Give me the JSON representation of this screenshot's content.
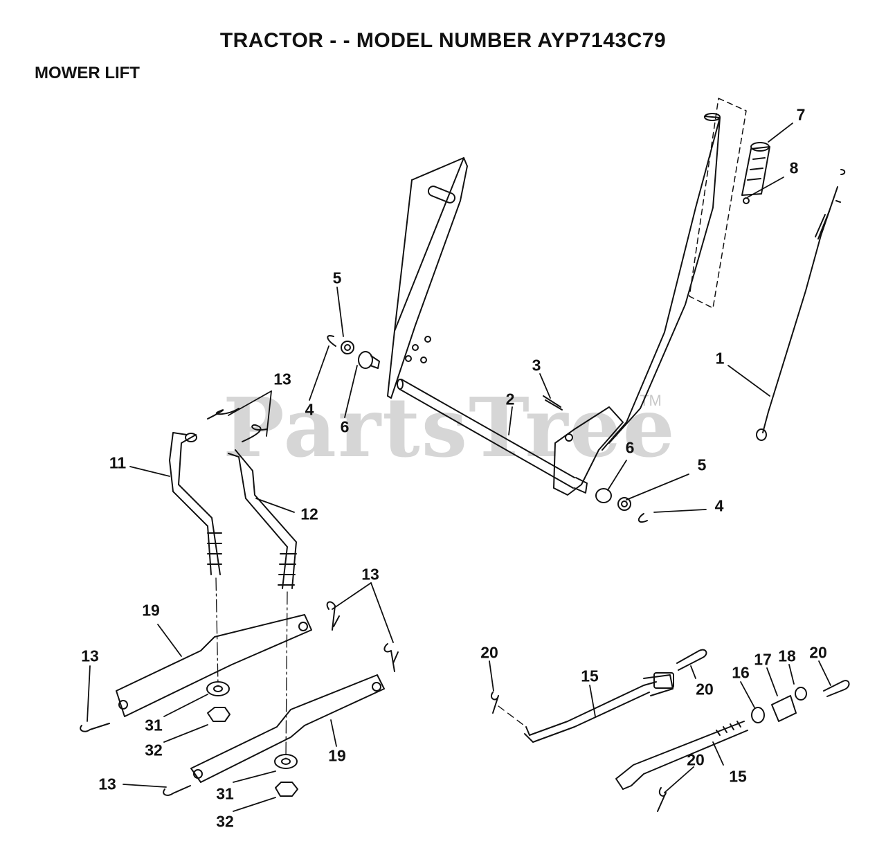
{
  "title": "TRACTOR - - MODEL NUMBER AYP7143C79",
  "section": "MOWER LIFT",
  "watermark": "PartsTree",
  "trademark": "TM",
  "callouts": [
    "1",
    "2",
    "3",
    "4",
    "4",
    "5",
    "5",
    "6",
    "6",
    "7",
    "8",
    "11",
    "12",
    "13",
    "13",
    "13",
    "13",
    "15",
    "15",
    "16",
    "17",
    "18",
    "19",
    "19",
    "20",
    "20",
    "20",
    "20",
    "31",
    "31",
    "32",
    "32"
  ],
  "colors": {
    "ink": "#111111",
    "watermark": "#cfcfcf",
    "background": "#ffffff"
  }
}
